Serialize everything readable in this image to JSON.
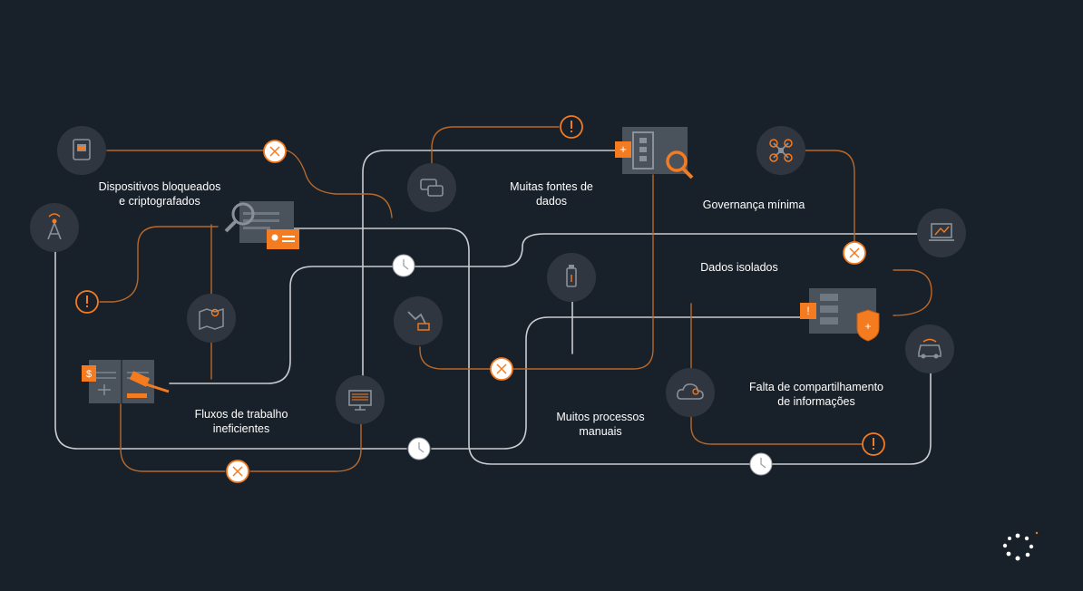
{
  "labels": {
    "locked_devices": "Dispositivos bloqueados\ne criptografados",
    "many_sources": "Muitas fontes de\ndados",
    "min_governance": "Governança mínima",
    "isolated_data": "Dados isolados",
    "inefficient_workflows": "Fluxos de trabalho\nineficientes",
    "manual_processes": "Muitos processos\nmanuais",
    "info_sharing": "Falta de compartilhamento\nde informações"
  },
  "colors": {
    "background": "#182029",
    "line_gray": "#c9ccd0",
    "line_orange": "#b8682a",
    "accent": "#f47b20",
    "node_fill": "#2f363f",
    "icon_gray": "#8a9098"
  },
  "icons": [
    "phone-icon",
    "radio-tower-icon",
    "chat-icon",
    "drone-icon",
    "laptop-chart-icon",
    "map-icon",
    "usb-drive-icon",
    "robot-arm-icon",
    "monitor-icon",
    "cloud-icon",
    "car-icon",
    "search-document-icon",
    "id-card-icon",
    "evidence-icon",
    "shield-icon",
    "gavel-book-icon",
    "alert-icon",
    "cross-icon",
    "clock-icon",
    "loading-spinner-icon"
  ]
}
